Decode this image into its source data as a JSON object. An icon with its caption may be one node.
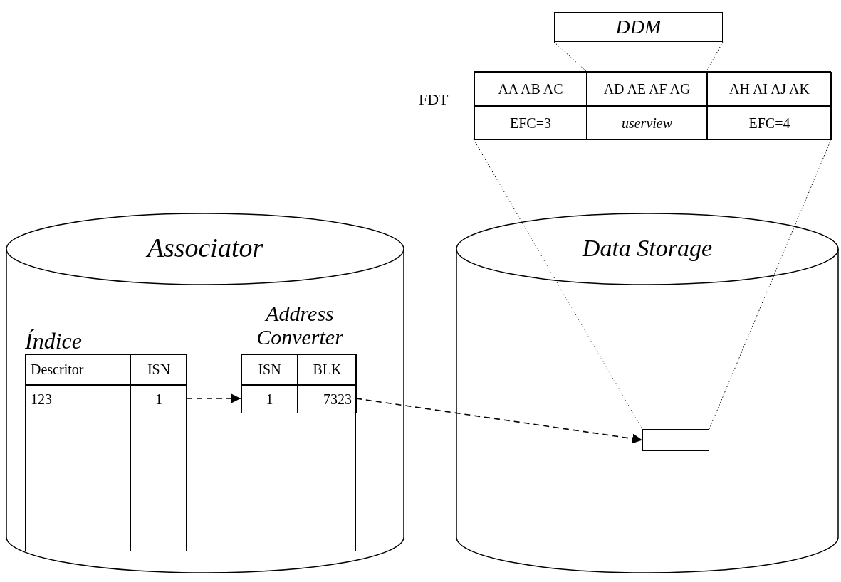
{
  "diagram": {
    "nodes": [
      {
        "text": [
          "DDM"
        ]
      },
      {
        "text": [
          "FDT"
        ]
      },
      {
        "text": [
          "AA AB AC"
        ],
        "in": 1
      },
      {
        "text": [
          "AD AE AF AG"
        ],
        "in": 1
      },
      {
        "text": [
          "AH AI AJ AK"
        ],
        "in": 1
      },
      {
        "text": [
          "EFC=3"
        ],
        "in": 1
      },
      {
        "text": [
          "userview"
        ],
        "in": 1
      },
      {
        "text": [
          "EFC=4"
        ],
        "in": 1
      },
      {
        "text": [
          "Associator"
        ]
      },
      {
        "text": [
          "Índice"
        ],
        "in": 8
      },
      {
        "text": [
          "Descritor"
        ],
        "in": 9
      },
      {
        "text": [
          "ISN"
        ],
        "in": 9
      },
      {
        "text": [
          "123"
        ],
        "in": 9
      },
      {
        "text": [
          "1"
        ],
        "in": 9
      },
      {
        "text": [
          "Address Converter"
        ],
        "in": 8
      },
      {
        "text": [
          "ISN"
        ],
        "in": 14
      },
      {
        "text": [
          "BLK"
        ],
        "in": 14
      },
      {
        "text": [
          "1"
        ],
        "in": 14
      },
      {
        "text": [
          "7323"
        ],
        "in": 14
      },
      {
        "text": [
          "Data Storage"
        ]
      },
      {
        "text": [],
        "shape": "box",
        "in": 19
      }
    ],
    "edges": [
      {
        "from": 0,
        "to": 3,
        "arrow": "none"
      },
      {
        "from": 0,
        "to": 3,
        "arrow": "none"
      },
      {
        "from": 1,
        "to": 20,
        "arrow": "none"
      },
      {
        "from": 1,
        "to": 20,
        "arrow": "none"
      },
      {
        "from": 13,
        "to": 17,
        "arrow": "to",
        "style": "dashed"
      },
      {
        "from": 18,
        "to": 20,
        "arrow": "to",
        "style": "dashed"
      }
    ]
  }
}
